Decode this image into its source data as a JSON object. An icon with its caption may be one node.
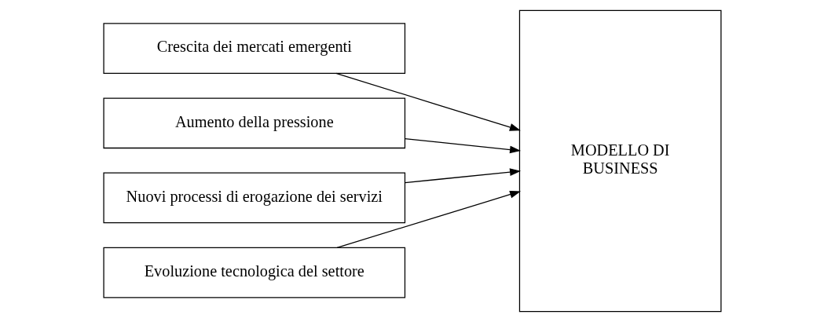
{
  "diagram": {
    "nodes": [
      {
        "text": [
          "Crescita dei mercati emergenti"
        ]
      },
      {
        "text": [
          "Aumento della pressione"
        ]
      },
      {
        "text": [
          "Nuovi processi di erogazione dei servizi"
        ]
      },
      {
        "text": [
          "Evoluzione tecnologica del settore"
        ]
      },
      {
        "text": [
          "MODELLO DI BUSINESS"
        ]
      }
    ],
    "edges": [
      {
        "from": 0,
        "to": 4,
        "arrow": "to"
      },
      {
        "from": 1,
        "to": 4,
        "arrow": "to"
      },
      {
        "from": 2,
        "to": 4,
        "arrow": "to"
      },
      {
        "from": 3,
        "to": 4,
        "arrow": "to"
      }
    ]
  }
}
